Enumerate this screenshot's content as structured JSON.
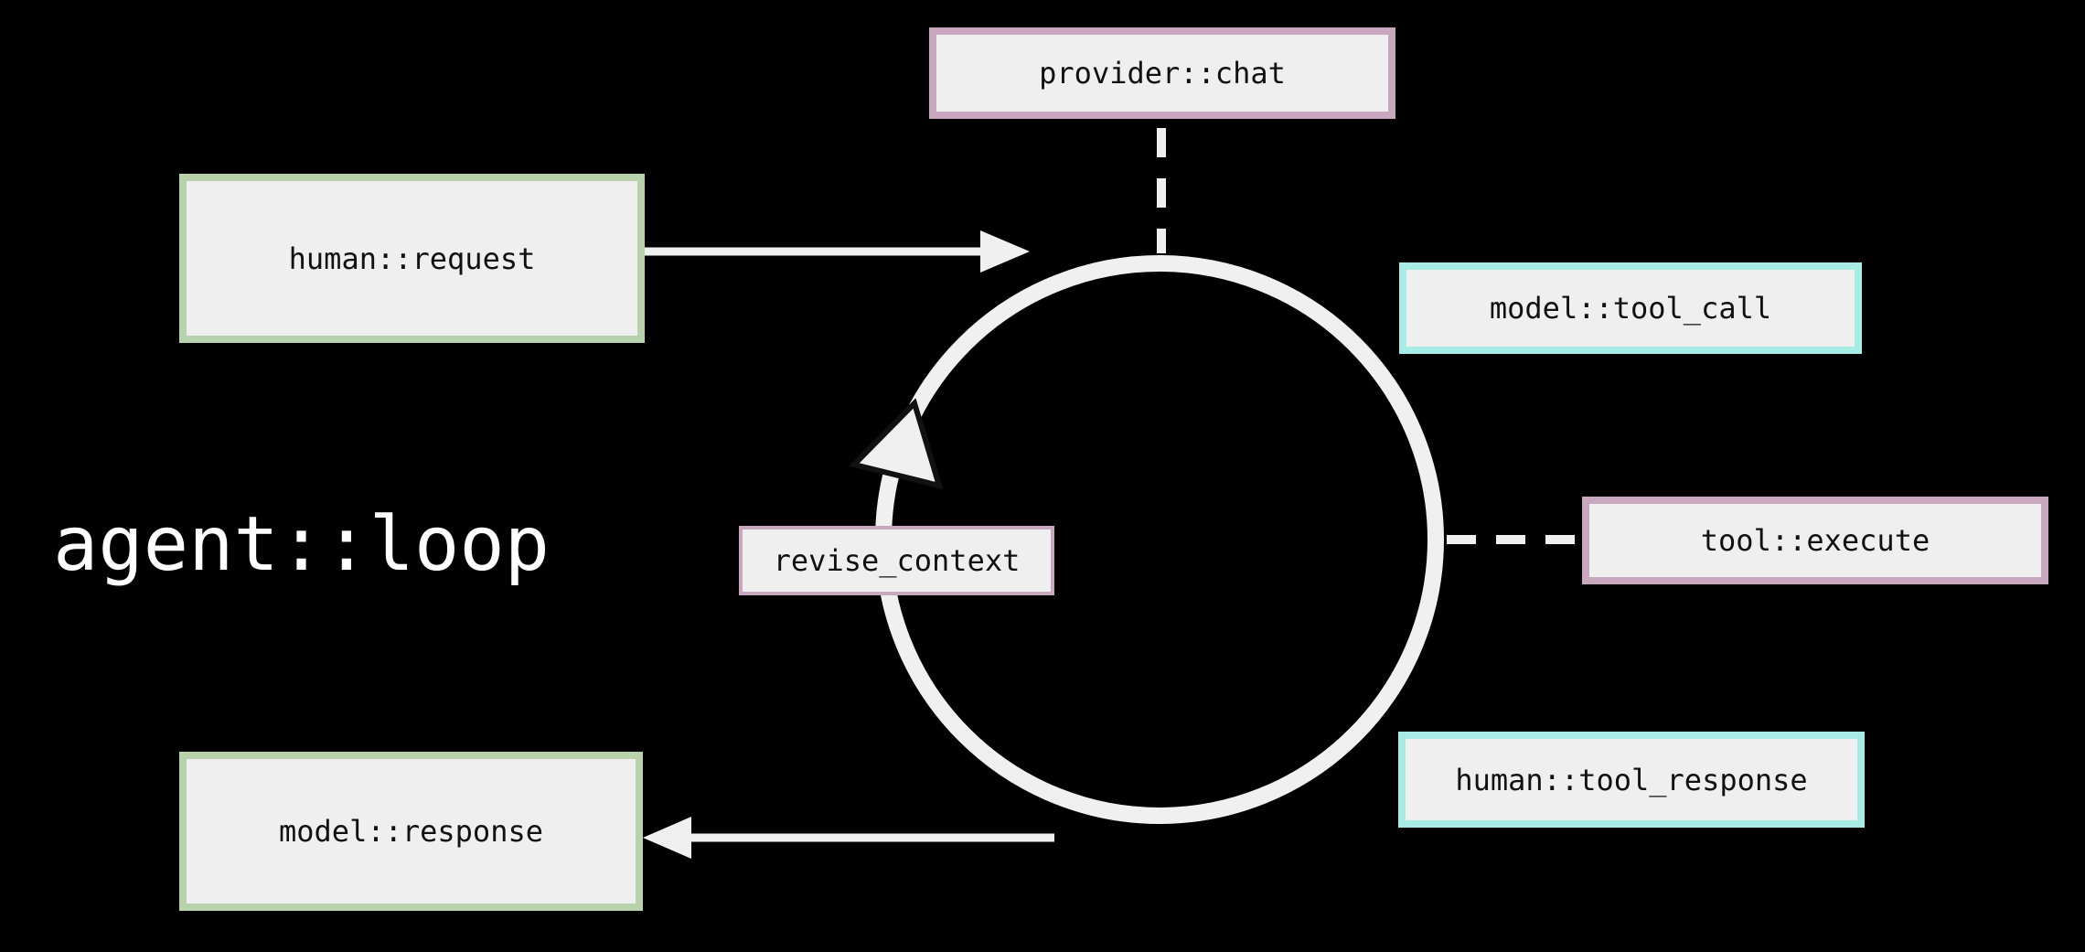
{
  "title": "agent::loop",
  "colors": {
    "background": "#000000",
    "box_fill": "#efefef",
    "box_text": "#111111",
    "green_accent": "#b8d2ab",
    "pink_accent": "#c9a7bf",
    "cyan_accent": "#a8ede5",
    "connector": "#f0f0f0",
    "arrowhead_outline": "#111111",
    "title_text": "#ffffff"
  },
  "nodes": [
    {
      "id": "human-request",
      "label": "human::request",
      "accent": "green"
    },
    {
      "id": "provider-chat",
      "label": "provider::chat",
      "accent": "pink"
    },
    {
      "id": "model-tool-call",
      "label": "model::tool_call",
      "accent": "cyan"
    },
    {
      "id": "tool-execute",
      "label": "tool::execute",
      "accent": "pink"
    },
    {
      "id": "human-tool-response",
      "label": "human::tool_response",
      "accent": "cyan"
    },
    {
      "id": "model-response",
      "label": "model::response",
      "accent": "green"
    },
    {
      "id": "revise-context",
      "label": "revise_context",
      "accent": "pink"
    }
  ]
}
